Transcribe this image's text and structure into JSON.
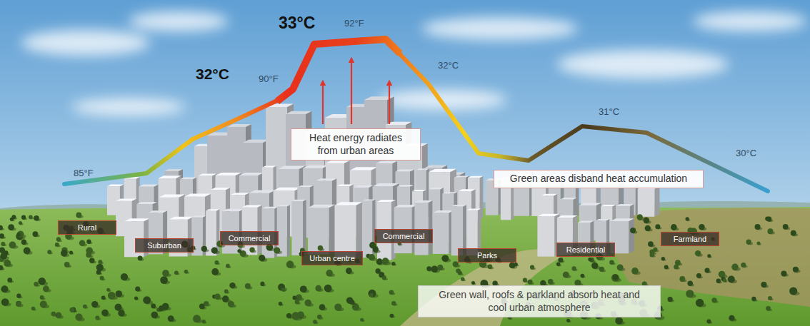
{
  "diagram": {
    "nodes": [
      {
        "text": [
          "Heat energy radiates from urban areas"
        ]
      },
      {
        "text": [
          "Green areas disband heat accumulation"
        ]
      },
      {
        "text": [
          "Rural"
        ]
      },
      {
        "text": [
          "Suburban"
        ]
      },
      {
        "text": [
          "Commercial"
        ]
      },
      {
        "text": [
          "Urban centre"
        ]
      },
      {
        "text": [
          "Commercial"
        ]
      },
      {
        "text": [
          "Parks"
        ]
      },
      {
        "text": [
          "Residential"
        ]
      },
      {
        "text": [
          "Farmland"
        ]
      },
      {
        "text": [
          "Green wall, roofs & parkland absorb heat and cool urban atmosphere"
        ]
      }
    ],
    "labels": [
      "85°F",
      "32°C",
      "90°F",
      "33°C",
      "92°F",
      "32°C",
      "31°C",
      "30°C"
    ]
  }
}
